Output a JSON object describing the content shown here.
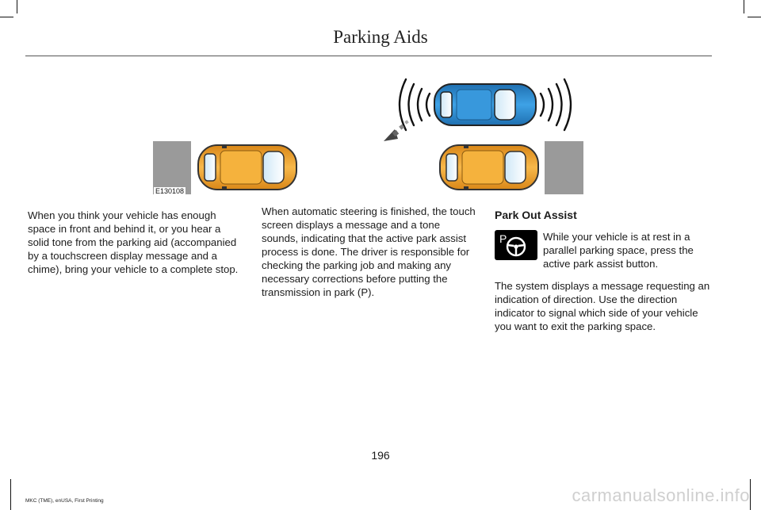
{
  "header": {
    "title": "Parking Aids"
  },
  "figure": {
    "code": "E130108"
  },
  "col1": {
    "p1": "When you think your vehicle has enough space in front and behind it, or you hear a solid tone from the parking aid (accompanied by a touchscreen display message and a chime), bring your vehicle to a complete stop."
  },
  "col2": {
    "p1": "When automatic steering is finished, the touch screen displays a message and a tone sounds, indicating that the active park assist process is done. The driver is responsible for checking the parking job and making any necessary corrections before putting the transmission in park (P)."
  },
  "col3": {
    "heading": "Park Out Assist",
    "icon_name": "park-assist-icon",
    "p1": "While your vehicle is at rest in a parallel parking space, press the active park assist button.",
    "p2": "The system displays a message requesting an indication of direction. Use the direction indicator to signal which side of your vehicle you want to exit the parking space."
  },
  "footer": {
    "page_number": "196",
    "edition": "MKC (TME), enUSA, First Printing",
    "watermark": "carmanualsonline.info"
  },
  "colors": {
    "car_orange": "#f2a531",
    "car_blue": "#2b8fd6",
    "curb_gray": "#9a9a9a"
  }
}
